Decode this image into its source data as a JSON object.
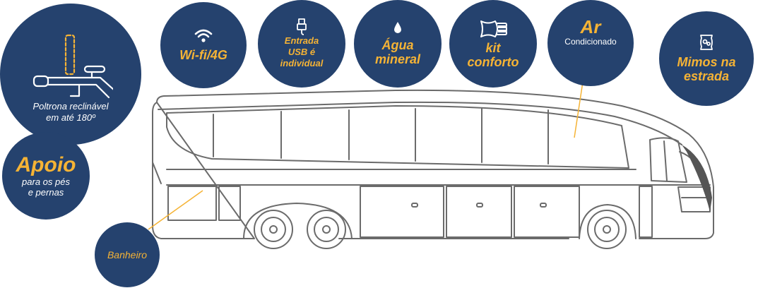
{
  "features": {
    "poltrona": {
      "line1": "Poltrona reclinável",
      "line2": "em até 180º",
      "icon": "reclining-seat-icon"
    },
    "apoio": {
      "title": "Apoio",
      "line1": "para os pés",
      "line2": "e pernas"
    },
    "banheiro": {
      "label": "Banheiro"
    },
    "wifi": {
      "label": "Wi-fi/4G",
      "icon": "wifi-icon"
    },
    "usb": {
      "line1": "Entrada",
      "line2": "USB é",
      "line3": "individual",
      "icon": "usb-plug-icon"
    },
    "agua": {
      "line1": "Água",
      "line2": "mineral",
      "icon": "water-drop-icon"
    },
    "kit": {
      "line1": "kit",
      "line2": "conforto",
      "icon": "pillow-icon"
    },
    "ar": {
      "title": "Ar",
      "subtitle": "Condicionado"
    },
    "mimos": {
      "line1": "Mimos na",
      "line2": "estrada",
      "icon": "snack-bag-icon"
    }
  },
  "colors": {
    "navy": "#25426e",
    "accent": "#f5b335",
    "bus_outline": "#6b6b6b"
  }
}
